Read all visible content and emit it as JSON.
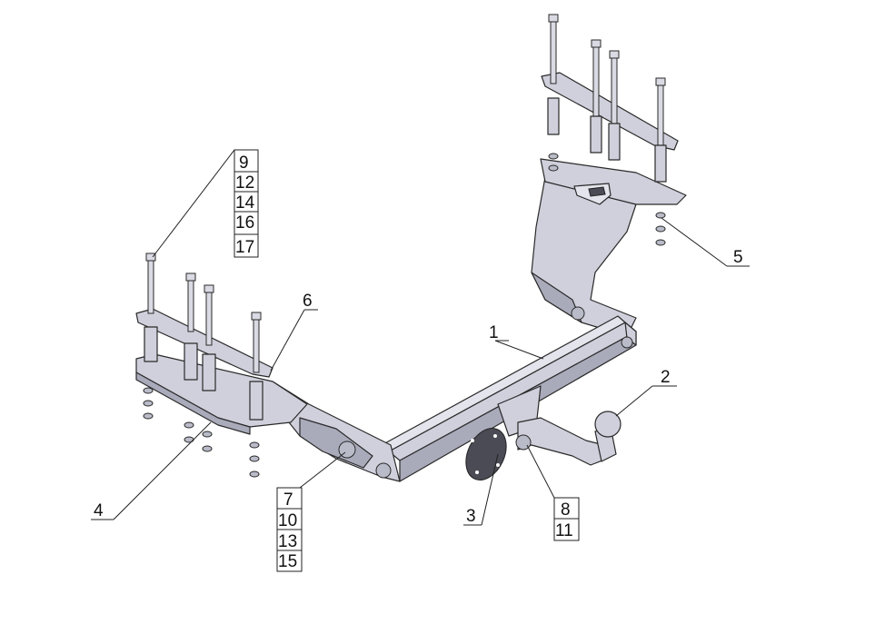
{
  "callouts": {
    "bolt_group_left": [
      "9",
      "12",
      "14",
      "16",
      "17"
    ],
    "fastener_group_bottom": [
      "7",
      "10",
      "13",
      "15"
    ],
    "fastener_group_ball": [
      "8",
      "11"
    ],
    "part_1": "1",
    "part_2": "2",
    "part_3": "3",
    "part_4": "4",
    "part_5": "5",
    "part_6": "6"
  },
  "colors": {
    "metal": "#cfd0dc",
    "metal_shadow": "#a9abbb",
    "line": "#2a2a2a"
  }
}
